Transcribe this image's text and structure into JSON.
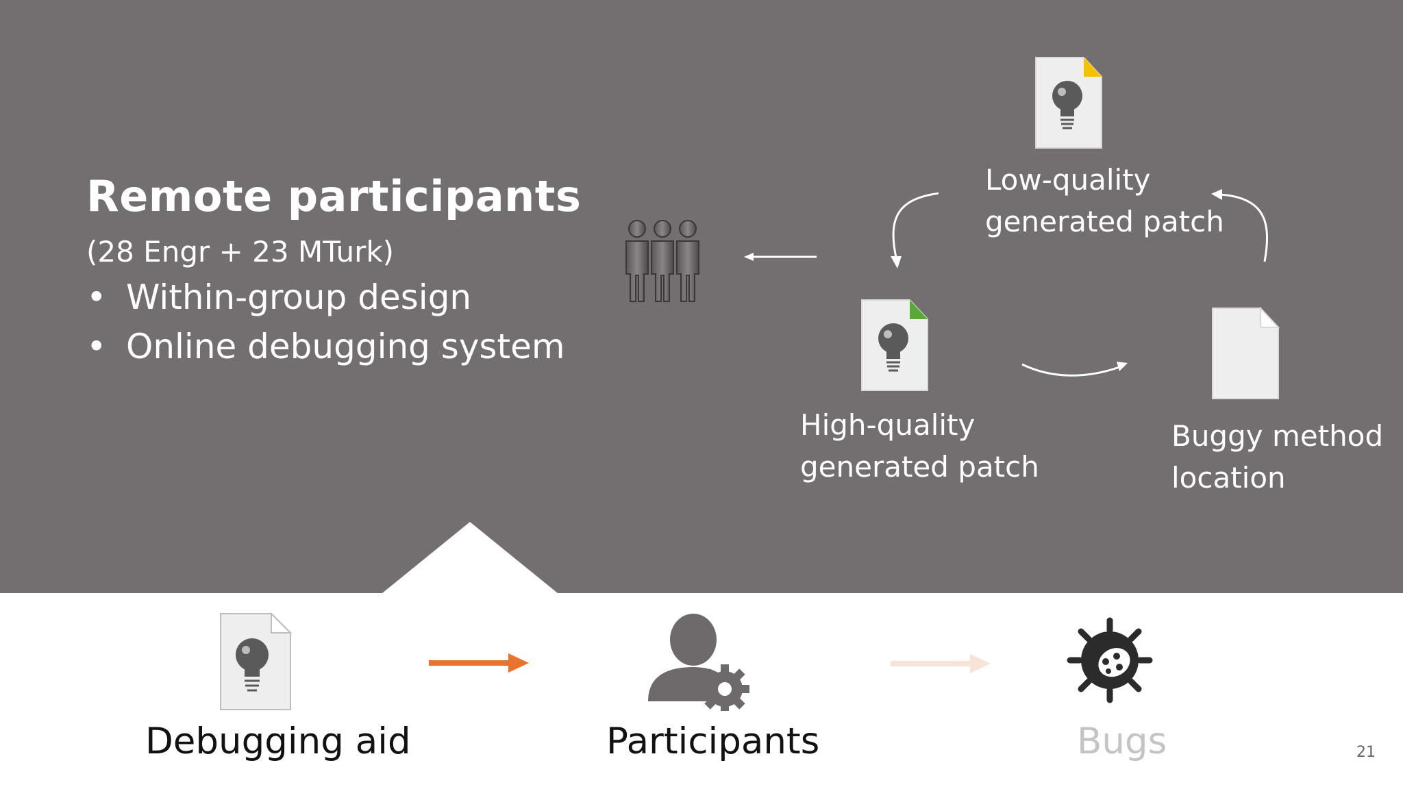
{
  "colors": {
    "panel": "#736e70",
    "accent_orange": "#e8732c",
    "faded_orange": "#f8e3d8",
    "yellow_corner": "#f5c200",
    "green_corner": "#5aa83a"
  },
  "heading": "Remote participants",
  "subheading": "(28 Engr + 23 MTurk)",
  "bullets": [
    "Within-group design",
    "Online debugging system"
  ],
  "diagram": {
    "low_quality": "Low-quality\ngenerated patch",
    "high_quality": "High-quality\ngenerated patch",
    "buggy_location": "Buggy method\nlocation",
    "people_icon": "group-of-people-icon",
    "low_icon": "lightbulb-document-yellow-icon",
    "high_icon": "lightbulb-document-green-icon",
    "blank_icon": "blank-document-icon"
  },
  "bottom_flow": {
    "debugging_aid": "Debugging aid",
    "participants": "Participants",
    "bugs": "Bugs",
    "icons": [
      "lightbulb-document-icon",
      "user-gear-icon",
      "bug-icon"
    ]
  },
  "page_number": "21"
}
